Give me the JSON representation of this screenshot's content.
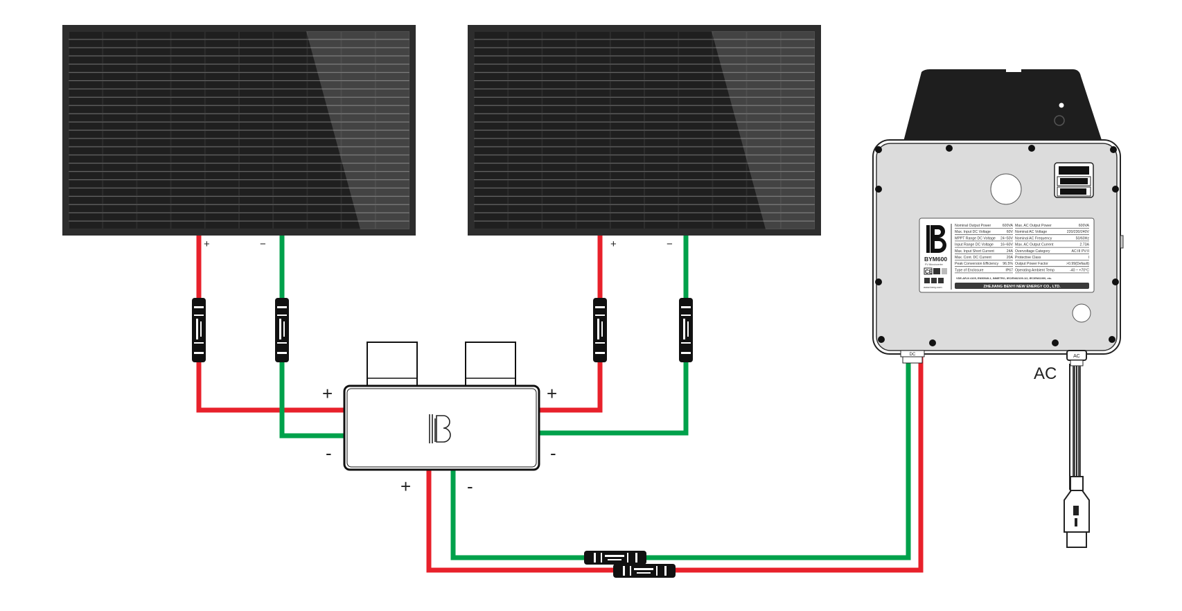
{
  "colors": {
    "positive": "#e8212b",
    "negative": "#00a14b",
    "panel": "#2d2d2d",
    "inverter": "#dcdcdc",
    "bracket": "#1e1e1e"
  },
  "polarity": {
    "plus": "+",
    "minus": "−",
    "minus_short": "-"
  },
  "ac_label": "AC",
  "gland_labels": {
    "dc": "DC",
    "ac": "AC"
  },
  "nameplate": {
    "model": "BYM600",
    "subtitle": "PV Microinverter",
    "website": "www.beny.com",
    "left_specs": [
      {
        "k": "Nominal Output Power",
        "v": "600VA"
      },
      {
        "k": "Max. Input DC Voltage",
        "v": "60V"
      },
      {
        "k": "MPPT Range DC Voltage",
        "v": "24~50V"
      },
      {
        "k": "Input Range DC Voltage",
        "v": "16~60V"
      },
      {
        "k": "Max. Input Short Current",
        "v": "24A"
      },
      {
        "k": "Max. Cont. DC Current",
        "v": "20A"
      },
      {
        "k": "Peak Conversion Efficiency",
        "v": "96.5%"
      },
      {
        "k": "Type of Enclosure",
        "v": "IP67"
      }
    ],
    "right_specs": [
      {
        "k": "Max. AC Output Power",
        "v": "600VA"
      },
      {
        "k": "Nominal AC Voltage",
        "v": "220/230/240V"
      },
      {
        "k": "Nominal AC Frequency",
        "v": "50/60Hz"
      },
      {
        "k": "Max. AC Output Current",
        "v": "2.73A"
      },
      {
        "k": "Overvoltage Category",
        "v": "AC:III PV:II"
      },
      {
        "k": "Protective Class",
        "v": "I"
      },
      {
        "k": "Output Power Factor",
        "v": ">0.99(Default)"
      },
      {
        "k": "Operating Ambient Temp",
        "v": "-40 ~ +70°C"
      }
    ],
    "standards": "VDE-AR-N 4105, EN50549-1, INMETRO, IEC/EN62109-1/2, IEC/EN61000, etc.",
    "company": "ZHEJIANG BENYI NEW ENERGY CO., LTD.",
    "ce_mark": "CE"
  }
}
